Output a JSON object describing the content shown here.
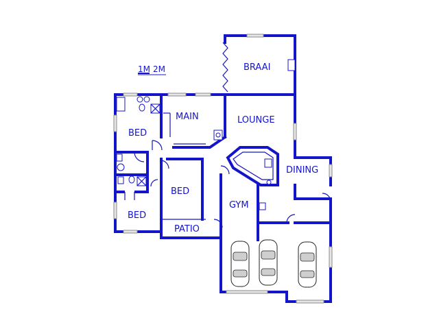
{
  "scale": {
    "label_1": "1M",
    "label_2": "2M"
  },
  "rooms": {
    "braai": "BRAAI",
    "main": "MAIN",
    "lounge": "LOUNGE",
    "bed_1": "BED",
    "bed_2": "BED",
    "bed_3": "BED",
    "dining": "DINING",
    "gym": "GYM",
    "patio": "PATIO"
  },
  "colors": {
    "walls": "#1414c8",
    "windows": "#8a8a8a"
  },
  "garage": {
    "car_count": 3
  }
}
